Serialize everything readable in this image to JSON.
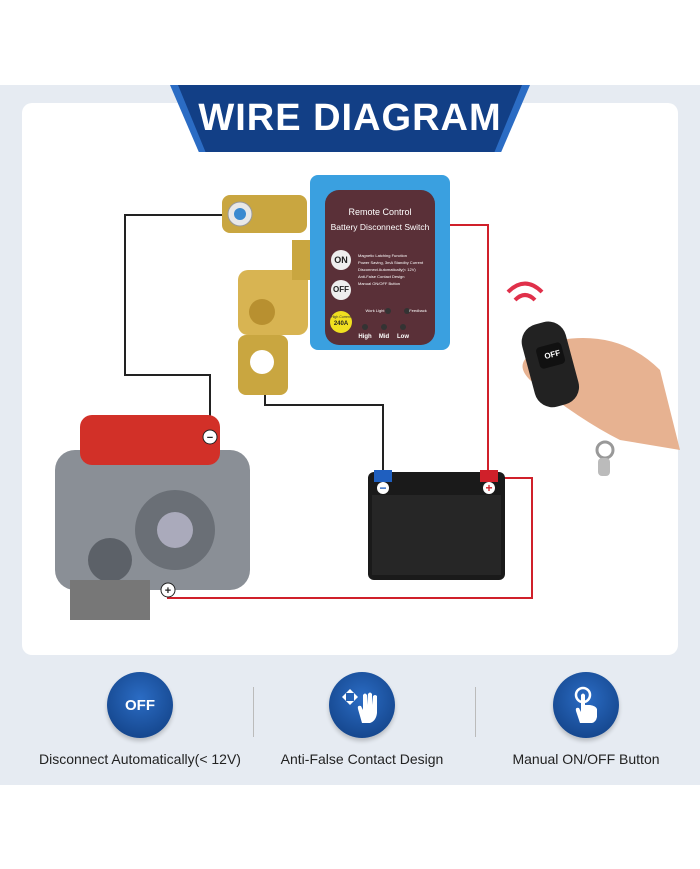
{
  "banner": {
    "title": "WIRE DIAGRAM"
  },
  "switch": {
    "title_line1": "Remote Control",
    "title_line2": "Battery Disconnect Switch",
    "on_label": "ON",
    "off_label": "OFF",
    "features": [
      "Magnetic Latching Function",
      "Power Saving, 3mA Standby Current",
      "Disconnect Automatically(< 12V)",
      "Anti-False Contact Design",
      "Manual ON/OFF Button"
    ],
    "current_label": "High Current",
    "current_value": "240A",
    "work_light": "Work Light",
    "indicator": "Feedback",
    "levels": [
      "High",
      "Mid",
      "Low"
    ]
  },
  "remote": {
    "button_label": "OFF"
  },
  "terminals": {
    "minus": "−",
    "plus": "+"
  },
  "features": [
    {
      "icon": "off-cycle-icon",
      "icon_text": "OFF",
      "label": "Disconnect Automatically(< 12V)"
    },
    {
      "icon": "hand-move-icon",
      "label": "Anti-False Contact Design"
    },
    {
      "icon": "finger-press-icon",
      "label": "Manual ON/OFF Button"
    }
  ],
  "colors": {
    "banner": "#123f86",
    "switch_body": "#3aa0e0",
    "switch_panel": "#5a3038",
    "wire_positive": "#d0202a",
    "wire_negative": "#222222",
    "icon_circle": "#1a4f9c"
  }
}
